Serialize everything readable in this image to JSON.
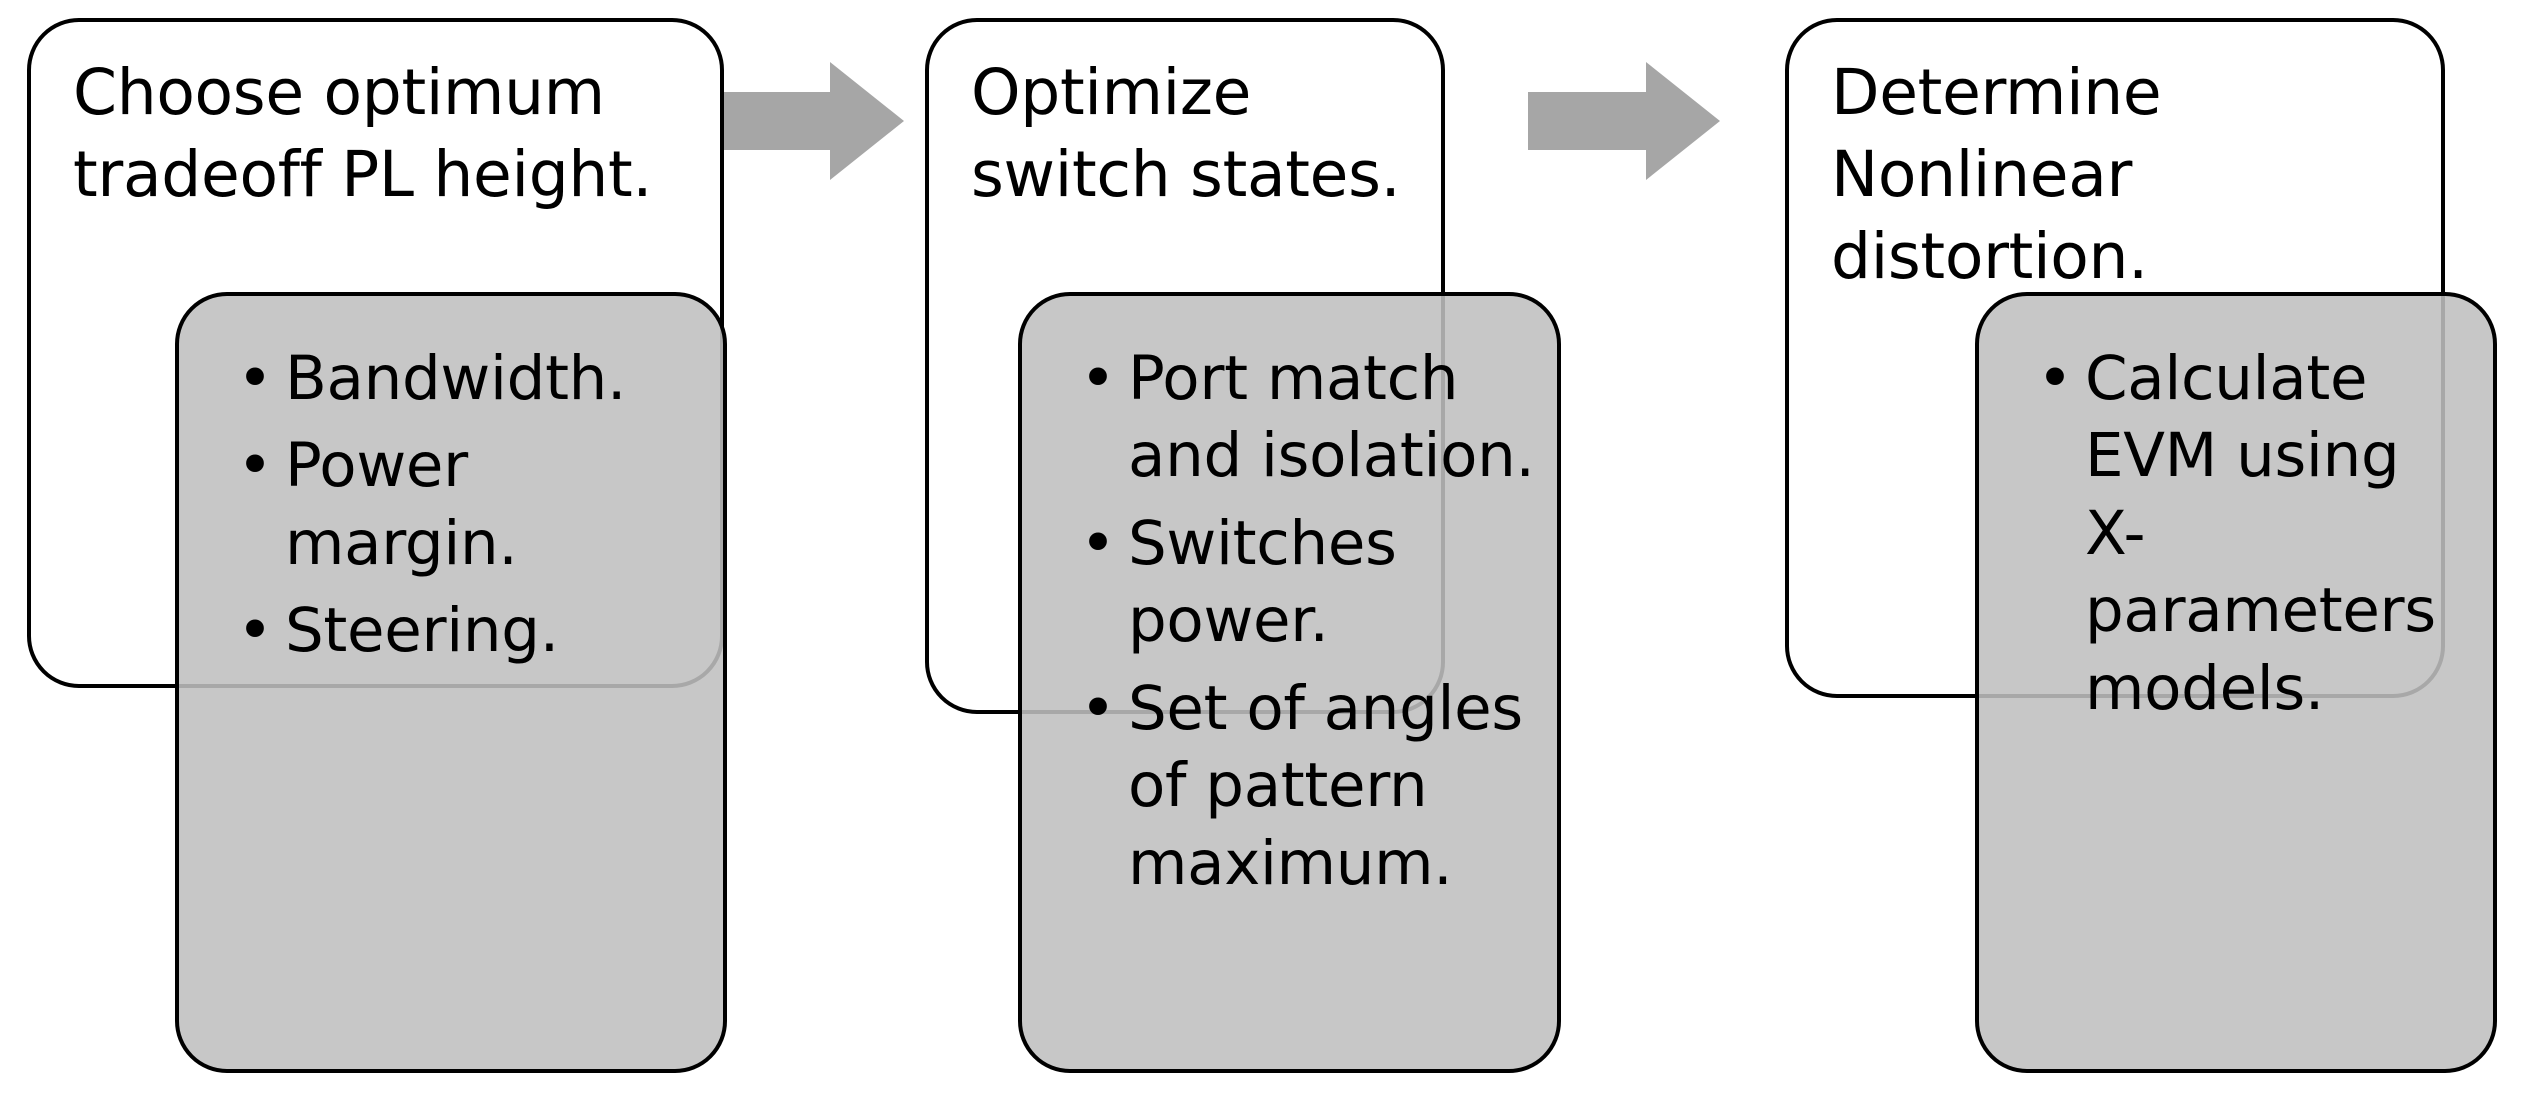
{
  "diagram": {
    "type": "process-flow",
    "orientation": "left-to-right",
    "background_color": "#ffffff",
    "step_card_fill": "#ffffff",
    "step_card_border": "#000000",
    "detail_card_fill": "#bfbfbf",
    "detail_card_border": "#000000",
    "arrow_fill": "#a6a6a6",
    "text_color": "#000000",
    "bullet_glyph": "•"
  },
  "steps": [
    {
      "index": 1,
      "title": "Choose optimum\ntradeoff PL height.",
      "details": [
        "Bandwidth.",
        "Power margin.",
        "Steering."
      ]
    },
    {
      "index": 2,
      "title": "Optimize\nswitch states.",
      "details": [
        "Port match and isolation.",
        "Switches power.",
        "Set of angles of pattern maximum."
      ]
    },
    {
      "index": 3,
      "title": "Determine\nNonlinear distortion.",
      "details": [
        "Calculate EVM using X-parameters models."
      ]
    }
  ],
  "arrows": [
    {
      "index": 1,
      "from_step": 1,
      "to_step": 2,
      "direction": "right"
    },
    {
      "index": 2,
      "from_step": 2,
      "to_step": 3,
      "direction": "right"
    }
  ]
}
